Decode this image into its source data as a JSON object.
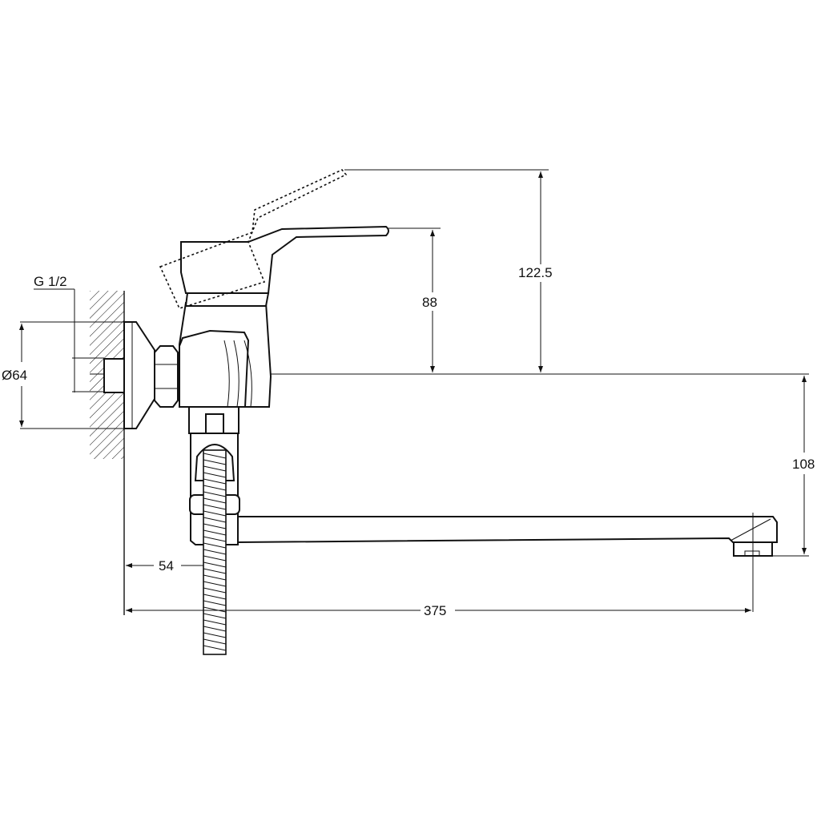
{
  "drawing": {
    "thread_label": "G 1/2",
    "flange_diameter_label": "Ø64",
    "handle_height_label": "88",
    "raised_handle_height_label": "122.5",
    "spout_drop_label": "108",
    "hose_offset_label": "54",
    "spout_reach_label": "375"
  },
  "colors": {
    "line": "#111111",
    "background": "#ffffff"
  }
}
